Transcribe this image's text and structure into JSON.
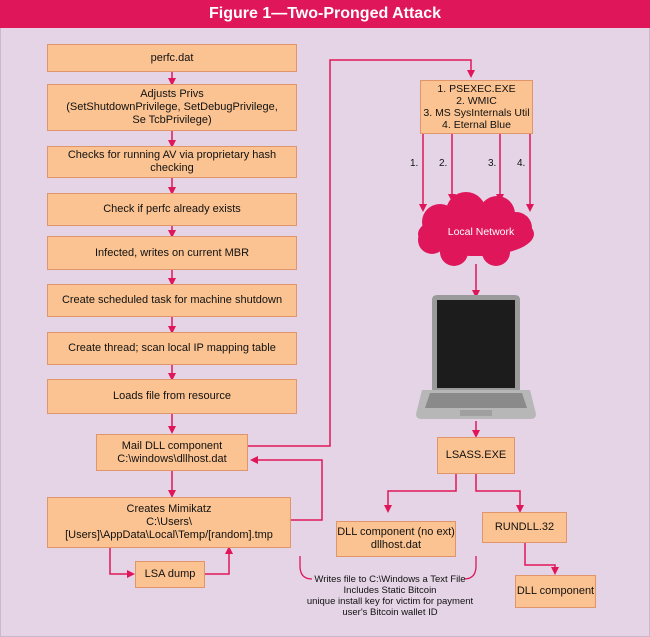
{
  "title": "Figure 1—Two-Pronged Attack",
  "left_flow": [
    "perfc.dat",
    "Adjusts Privs\n(SetShutdownPrivilege, SetDebugPrivilege,\nSe TcbPrivilege)",
    "Checks for running AV via proprietary hash checking",
    "Check if perfc already exists",
    "Infected, writes on current MBR",
    "Create scheduled task for machine shutdown",
    "Create thread; scan local IP mapping table",
    "Loads file from resource"
  ],
  "mail_dll": "Mail DLL component\nC:\\windows\\dllhost.dat",
  "mimikatz": "Creates Mimikatz\nC:\\Users\\[Users]\\AppData\\Local\\Temp/[random].tmp",
  "lsa_dump": "LSA dump",
  "spread_methods": "1. PSEXEC.EXE\n2. WMIC\n3. MS SysInternals Util\n4. Eternal Blue",
  "arrow_labels": [
    "1.",
    "2.",
    "3.",
    "4."
  ],
  "cloud_label": "Local Network",
  "lsass": "LSASS.EXE",
  "dll_no_ext": "DLL component (no ext)\ndllhost.dat",
  "rundll": "RUNDLL.32",
  "dll_component": "DLL component",
  "writes_note": "Writes file to C:\\Windows a Text File\nIncludes Static Bitcoin\nunique install key for victim for payment\nuser's Bitcoin wallet ID",
  "colors": {
    "title_bar": "#e0165a",
    "box_fill": "#fbc391",
    "arrow": "#e0165a",
    "background": "#e4d4e6"
  }
}
